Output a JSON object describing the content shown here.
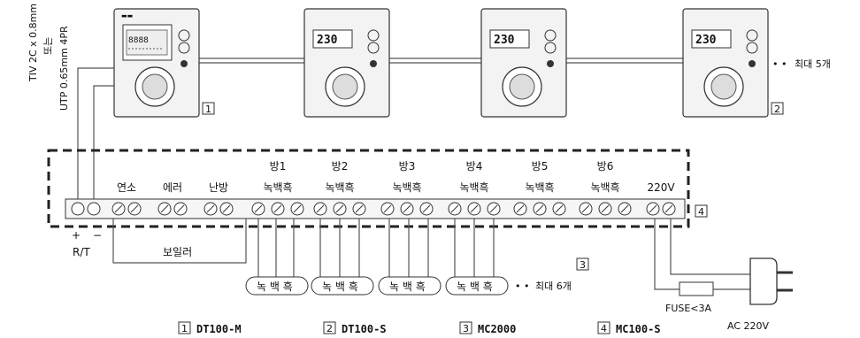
{
  "cable_notes": {
    "tiv": "TIV 2C x 0.8mm",
    "or": "또는",
    "utp": "UTP 0.65mm 4PR"
  },
  "thermostats": [
    {
      "display": ""
    },
    {
      "display": "230"
    },
    {
      "display": "230"
    },
    {
      "display": "230"
    }
  ],
  "device_callouts": {
    "master": "1",
    "slave": "2",
    "controller": "3",
    "terminal": "4"
  },
  "max_slaves_note": "최대 5개",
  "max_controllers_note": "최대 6개",
  "terminal_groups": [
    {
      "room": "",
      "label": "연소"
    },
    {
      "room": "",
      "label": "에러"
    },
    {
      "room": "",
      "label": "난방"
    },
    {
      "room": "방1",
      "label": "녹백흑"
    },
    {
      "room": "방2",
      "label": "녹백흑"
    },
    {
      "room": "방3",
      "label": "녹백흑"
    },
    {
      "room": "방4",
      "label": "녹백흑"
    },
    {
      "room": "방5",
      "label": "녹백흑"
    },
    {
      "room": "방6",
      "label": "녹백흑"
    },
    {
      "room": "",
      "label": "220V"
    }
  ],
  "polarity": {
    "plus": "+",
    "minus": "−",
    "rt": "R/T"
  },
  "boiler_label": "보일러",
  "valve_caps": [
    "녹 백 흑",
    "녹 백 흑",
    "녹 백 흑",
    "녹 백 흑"
  ],
  "fuse_label": "FUSE<3A",
  "ac_label": "AC 220V",
  "legend": [
    {
      "num": "1",
      "model": "DT100-M"
    },
    {
      "num": "2",
      "model": "DT100-S"
    },
    {
      "num": "3",
      "model": "MC2000"
    },
    {
      "num": "4",
      "model": "MC100-S"
    }
  ]
}
